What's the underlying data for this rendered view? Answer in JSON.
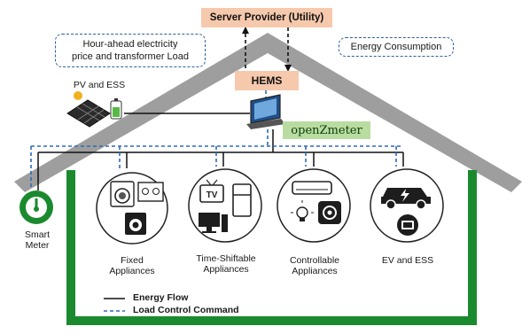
{
  "server_provider": "Server Provider (Utility)",
  "price_box": {
    "line1": "Hour-ahead electricity",
    "line2": "price and transformer Load"
  },
  "energy_consumption": "Energy Consumption",
  "hems": "HEMS",
  "pv_ess": "PV and ESS",
  "openzmeter": "openZmeter",
  "smart_meter": {
    "line1": "Smart",
    "line2": "Meter"
  },
  "appliances": [
    {
      "line1": "Fixed",
      "line2": "Appliances"
    },
    {
      "line1": "Time-Shiftable",
      "line2": "Appliances"
    },
    {
      "line1": "Controllable",
      "line2": "Appliances"
    },
    {
      "line1": "EV and ESS",
      "line2": ""
    }
  ],
  "tv_text": "TV",
  "legend": {
    "energy_flow": "Energy Flow",
    "load_control": "Load Control Command"
  },
  "colors": {
    "roof": "#9e9e9e",
    "wall": "#1b8a2f",
    "dashed": "#2e6bb5",
    "box_fill": "#f6c9ad",
    "openzmeter_fill": "#b9dca0"
  }
}
